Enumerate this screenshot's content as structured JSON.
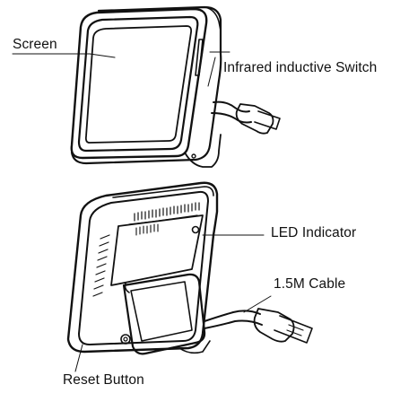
{
  "labels": {
    "screen": "Screen",
    "infrared_switch": "Infrared inductive Switch",
    "led_indicator": "LED Indicator",
    "cable": "1.5M Cable",
    "reset_button": "Reset Button"
  }
}
